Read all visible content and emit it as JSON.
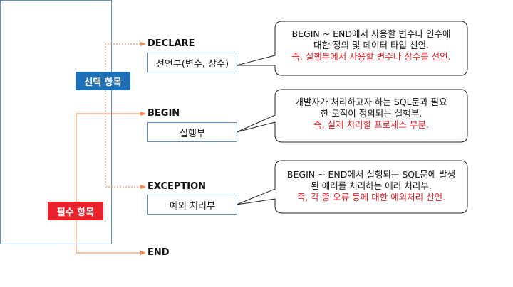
{
  "block": {
    "declare": "DECLARE",
    "begin": "BEGIN",
    "exception": "EXCEPTION",
    "end": "END"
  },
  "sections": {
    "declare_box": "선언부(변수, 상수)",
    "begin_box": "실행부",
    "exception_box": "예외 처리부"
  },
  "tags": {
    "optional": "선택 항목",
    "required": "필수 항목"
  },
  "callouts": {
    "declare": {
      "line1": "BEGIN ~ END에서 사용할 변수나 인수에",
      "line2": "대한 정의 및 데이터 타입 선언.",
      "line3": "즉, 실행부에서 사용할 변수나 상수를 선언."
    },
    "begin": {
      "line1": "개발자가 처리하고자 하는 SQL문과 필요",
      "line2": "한 로직이 정의되는 실행부.",
      "line3": "즉, 실제 처리할 프로세스 부분."
    },
    "exception": {
      "line1": "BEGIN ~ END에서 실행되는 SQL문에 발생",
      "line2": "된 에러를 처리하는 에러 처리부.",
      "line3": "즉, 각 종 오류 등에 대한 예외처리 선언."
    }
  },
  "colors": {
    "optional_tag": "#1f6fb7",
    "required_tag": "#e8212b",
    "connector": "#f0894a",
    "accent_text": "#e8212b",
    "border": "#5b8bc4"
  }
}
